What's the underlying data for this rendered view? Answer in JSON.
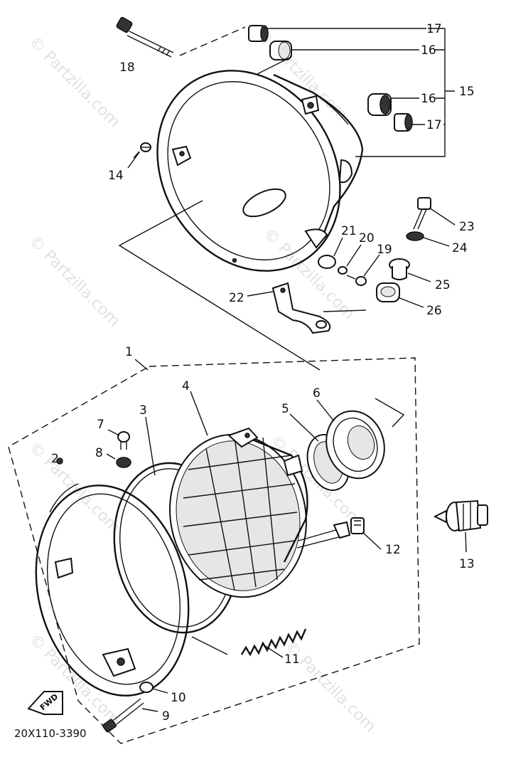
{
  "diagram": {
    "diagram_code": "20X110-3390",
    "watermark": "© Partzilla.com",
    "fwd_label": "FWD",
    "callouts": {
      "n1": "1",
      "n2": "2",
      "n3": "3",
      "n4": "4",
      "n5": "5",
      "n6": "6",
      "n7": "7",
      "n8": "8",
      "n9": "9",
      "n10": "10",
      "n11": "11",
      "n12": "12",
      "n13": "13",
      "n14": "14",
      "n15": "15",
      "n16a": "16",
      "n16b": "16",
      "n17a": "17",
      "n17b": "17",
      "n18": "18",
      "n19": "19",
      "n20": "20",
      "n21": "21",
      "n22": "22",
      "n23": "23",
      "n24": "24",
      "n25": "25",
      "n26": "26"
    }
  }
}
